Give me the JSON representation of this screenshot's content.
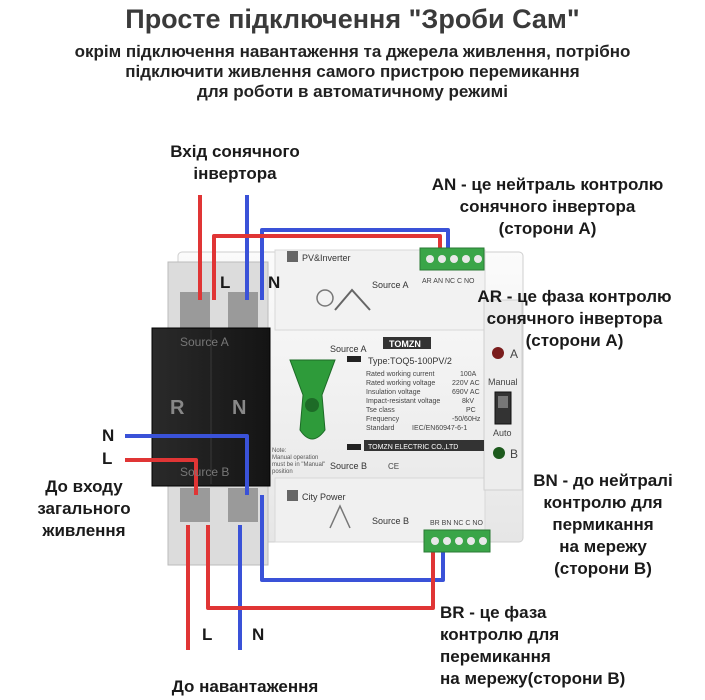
{
  "title": "Просте підключення \"Зроби Сам\"",
  "subtitle": [
    "окрім підключення навантаження та джерела живлення, потрібно",
    "підключити живлення самого пристрою перемикання",
    "для роботи в автоматичному режимі"
  ],
  "labels": {
    "solar_input": [
      "Вхід сонячного",
      "інвертора"
    ],
    "an": [
      "AN - це нейтраль контролю",
      "сонячного інвертора",
      "(сторони А)"
    ],
    "ar": [
      "AR - це фаза контролю",
      "сонячного інвертора",
      "(сторони А)"
    ],
    "bn": [
      "BN - до нейтралі",
      "контролю для",
      "пермикання",
      "на мережу",
      "(сторони В)"
    ],
    "br": [
      "BR - це фаза",
      "контролю для",
      "перемикання",
      "на мережу(сторони В)"
    ],
    "grid_input": [
      "До входу",
      "загального",
      "живлення"
    ],
    "load": "До навантаження",
    "wire_L": "L",
    "wire_N": "N"
  },
  "device": {
    "source_a": "Source A",
    "source_b": "Source B",
    "R": "R",
    "N": "N",
    "pv_inverter": "PV&Inverter",
    "city_power": "City Power",
    "brand": "TOMZN",
    "type": "Type:TOQ5-100PV/2",
    "specs": [
      [
        "Rated working current",
        "100A"
      ],
      [
        "Rated working voltage",
        "220V AC"
      ],
      [
        "Insulation voltage",
        "690V AC"
      ],
      [
        "Impact-resistant voltage",
        "8kV"
      ],
      [
        "Tse class",
        "PC"
      ],
      [
        "Frequency",
        "-50/60Hz"
      ],
      [
        "Standard",
        "IEC/EN60947-6-1"
      ]
    ],
    "company": "TOMZN ELECTRIC CO.,LTD",
    "manual": "Manual",
    "auto": "Auto",
    "ind_a": "A",
    "ind_b": "B",
    "terminal_a": "AR AN NC C NO",
    "terminal_b": "BR BN NC C NO",
    "note": [
      "Note:",
      "Manual operation",
      "must be in \"Manual\"",
      "position"
    ],
    "ce": "CE"
  },
  "colors": {
    "phase": "#e03535",
    "neutral": "#3a52d8",
    "terminal": "#3aa548",
    "handle": "#2e9b3a"
  }
}
